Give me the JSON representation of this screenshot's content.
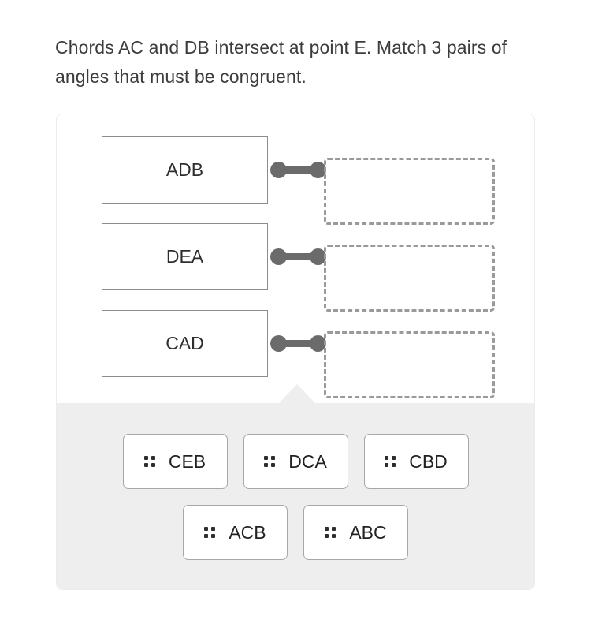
{
  "prompt": {
    "text": "Chords AC and DB intersect at point E. Match 3 pairs of angles that must be congruent."
  },
  "colors": {
    "tray_background": "#eeeeee",
    "connector": "#6b6b6b",
    "drop_zone_border": "#9a9a9a",
    "label_box_border": "#8c8c8c",
    "chip_border": "#a8a8a8",
    "text": "#2e2e2e"
  },
  "match_rows": [
    {
      "label": "ADB",
      "drop_value": ""
    },
    {
      "label": "DEA",
      "drop_value": ""
    },
    {
      "label": "CAD",
      "drop_value": ""
    }
  ],
  "tray": {
    "rows": [
      [
        {
          "label": "CEB",
          "handle": "drag-handle-icon"
        },
        {
          "label": "DCA",
          "handle": "drag-handle-icon"
        },
        {
          "label": "CBD",
          "handle": "drag-handle-icon"
        }
      ],
      [
        {
          "label": "ACB",
          "handle": "drag-handle-icon"
        },
        {
          "label": "ABC",
          "handle": "drag-handle-icon"
        }
      ]
    ]
  }
}
